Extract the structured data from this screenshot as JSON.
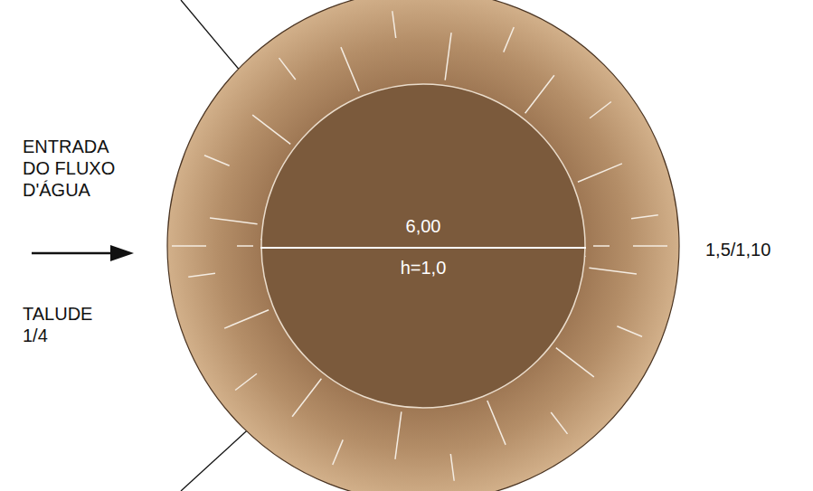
{
  "diagram": {
    "nodes": [
      {
        "text": [
          "6,00",
          "h=1,0"
        ]
      }
    ],
    "labels": [
      "ENTRADA DO FLUXO D'ÁGUA",
      "TALUDE 1/4",
      "1,5/1,10"
    ]
  }
}
